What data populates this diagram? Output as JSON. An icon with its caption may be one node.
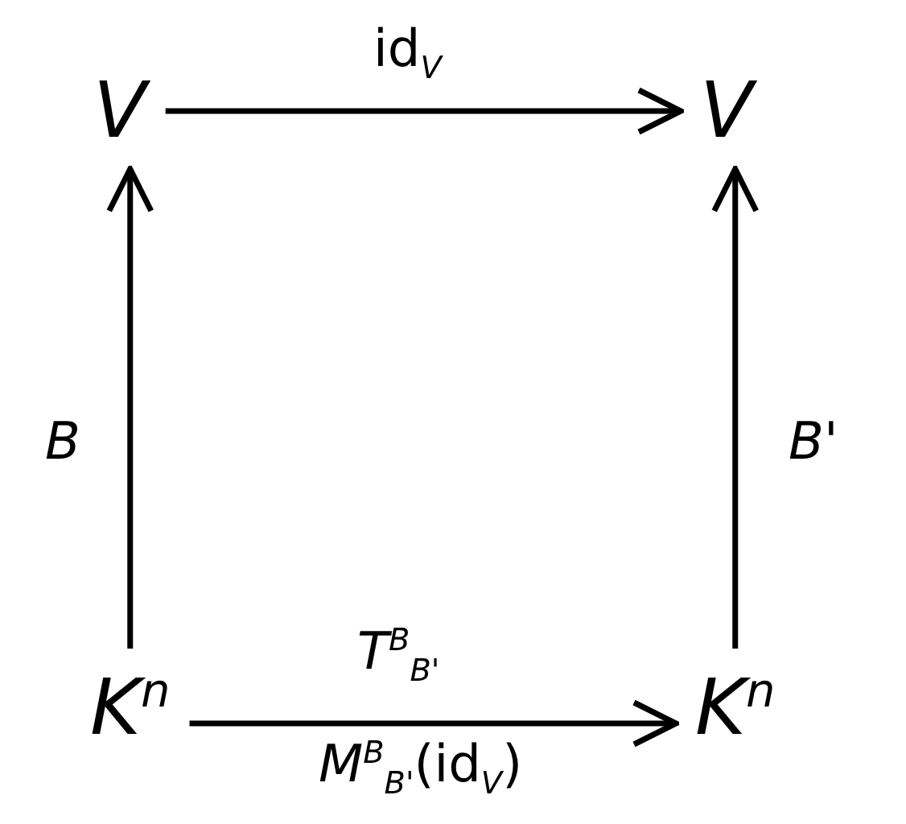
{
  "diagram": {
    "nodes": [
      {
        "text": [
          "V"
        ]
      },
      {
        "text": [
          "V"
        ]
      },
      {
        "text": [
          "K$^{n}$"
        ]
      },
      {
        "text": [
          "K$^{n}$"
        ]
      }
    ],
    "edges": [
      {
        "from": 0,
        "to": 1,
        "arrow": "to",
        "label": "id$_{V}$"
      },
      {
        "from": 2,
        "to": 0,
        "arrow": "to",
        "label": "B"
      },
      {
        "from": 3,
        "to": 1,
        "arrow": "to",
        "label": "B'"
      },
      {
        "from": 2,
        "to": 3,
        "arrow": "to",
        "label": "T$^{B}$$_{B'}$"
      }
    ],
    "labels": [
      "*M*$^{B}$$_{B'}$(id$_{V}$)"
    ]
  }
}
